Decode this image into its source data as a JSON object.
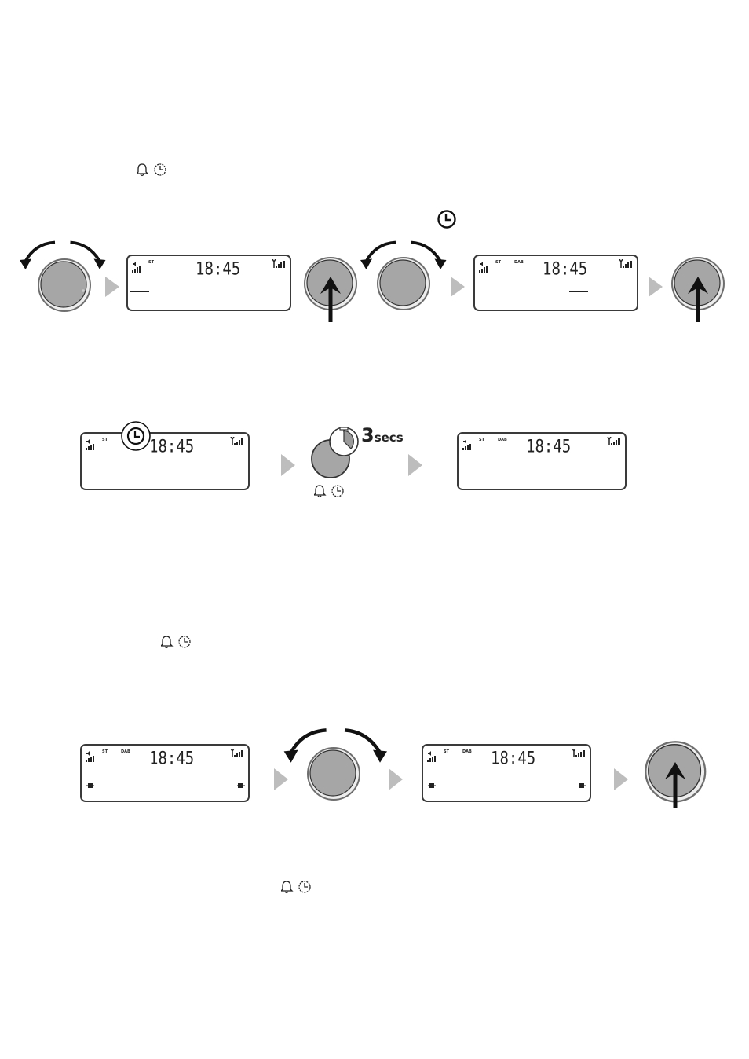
{
  "display": {
    "time": "18:45",
    "st_label": "ST",
    "dab_label": "DAB"
  },
  "timer": {
    "number": "3",
    "unit": "secs"
  },
  "icons": [
    "bell-icon",
    "alarm-clock-icon",
    "clock-icon",
    "stopwatch-icon",
    "arrow-icon",
    "rotate-arrows-icon",
    "speaker-icon",
    "signal-icon",
    "antenna-icon"
  ],
  "colors": {
    "knob_fill": "#a6a6a6",
    "knob_rim": "#444444",
    "arrow": "#111111",
    "play_arrow": "#bdbdbd",
    "lcd_border": "#3a3a3a"
  }
}
